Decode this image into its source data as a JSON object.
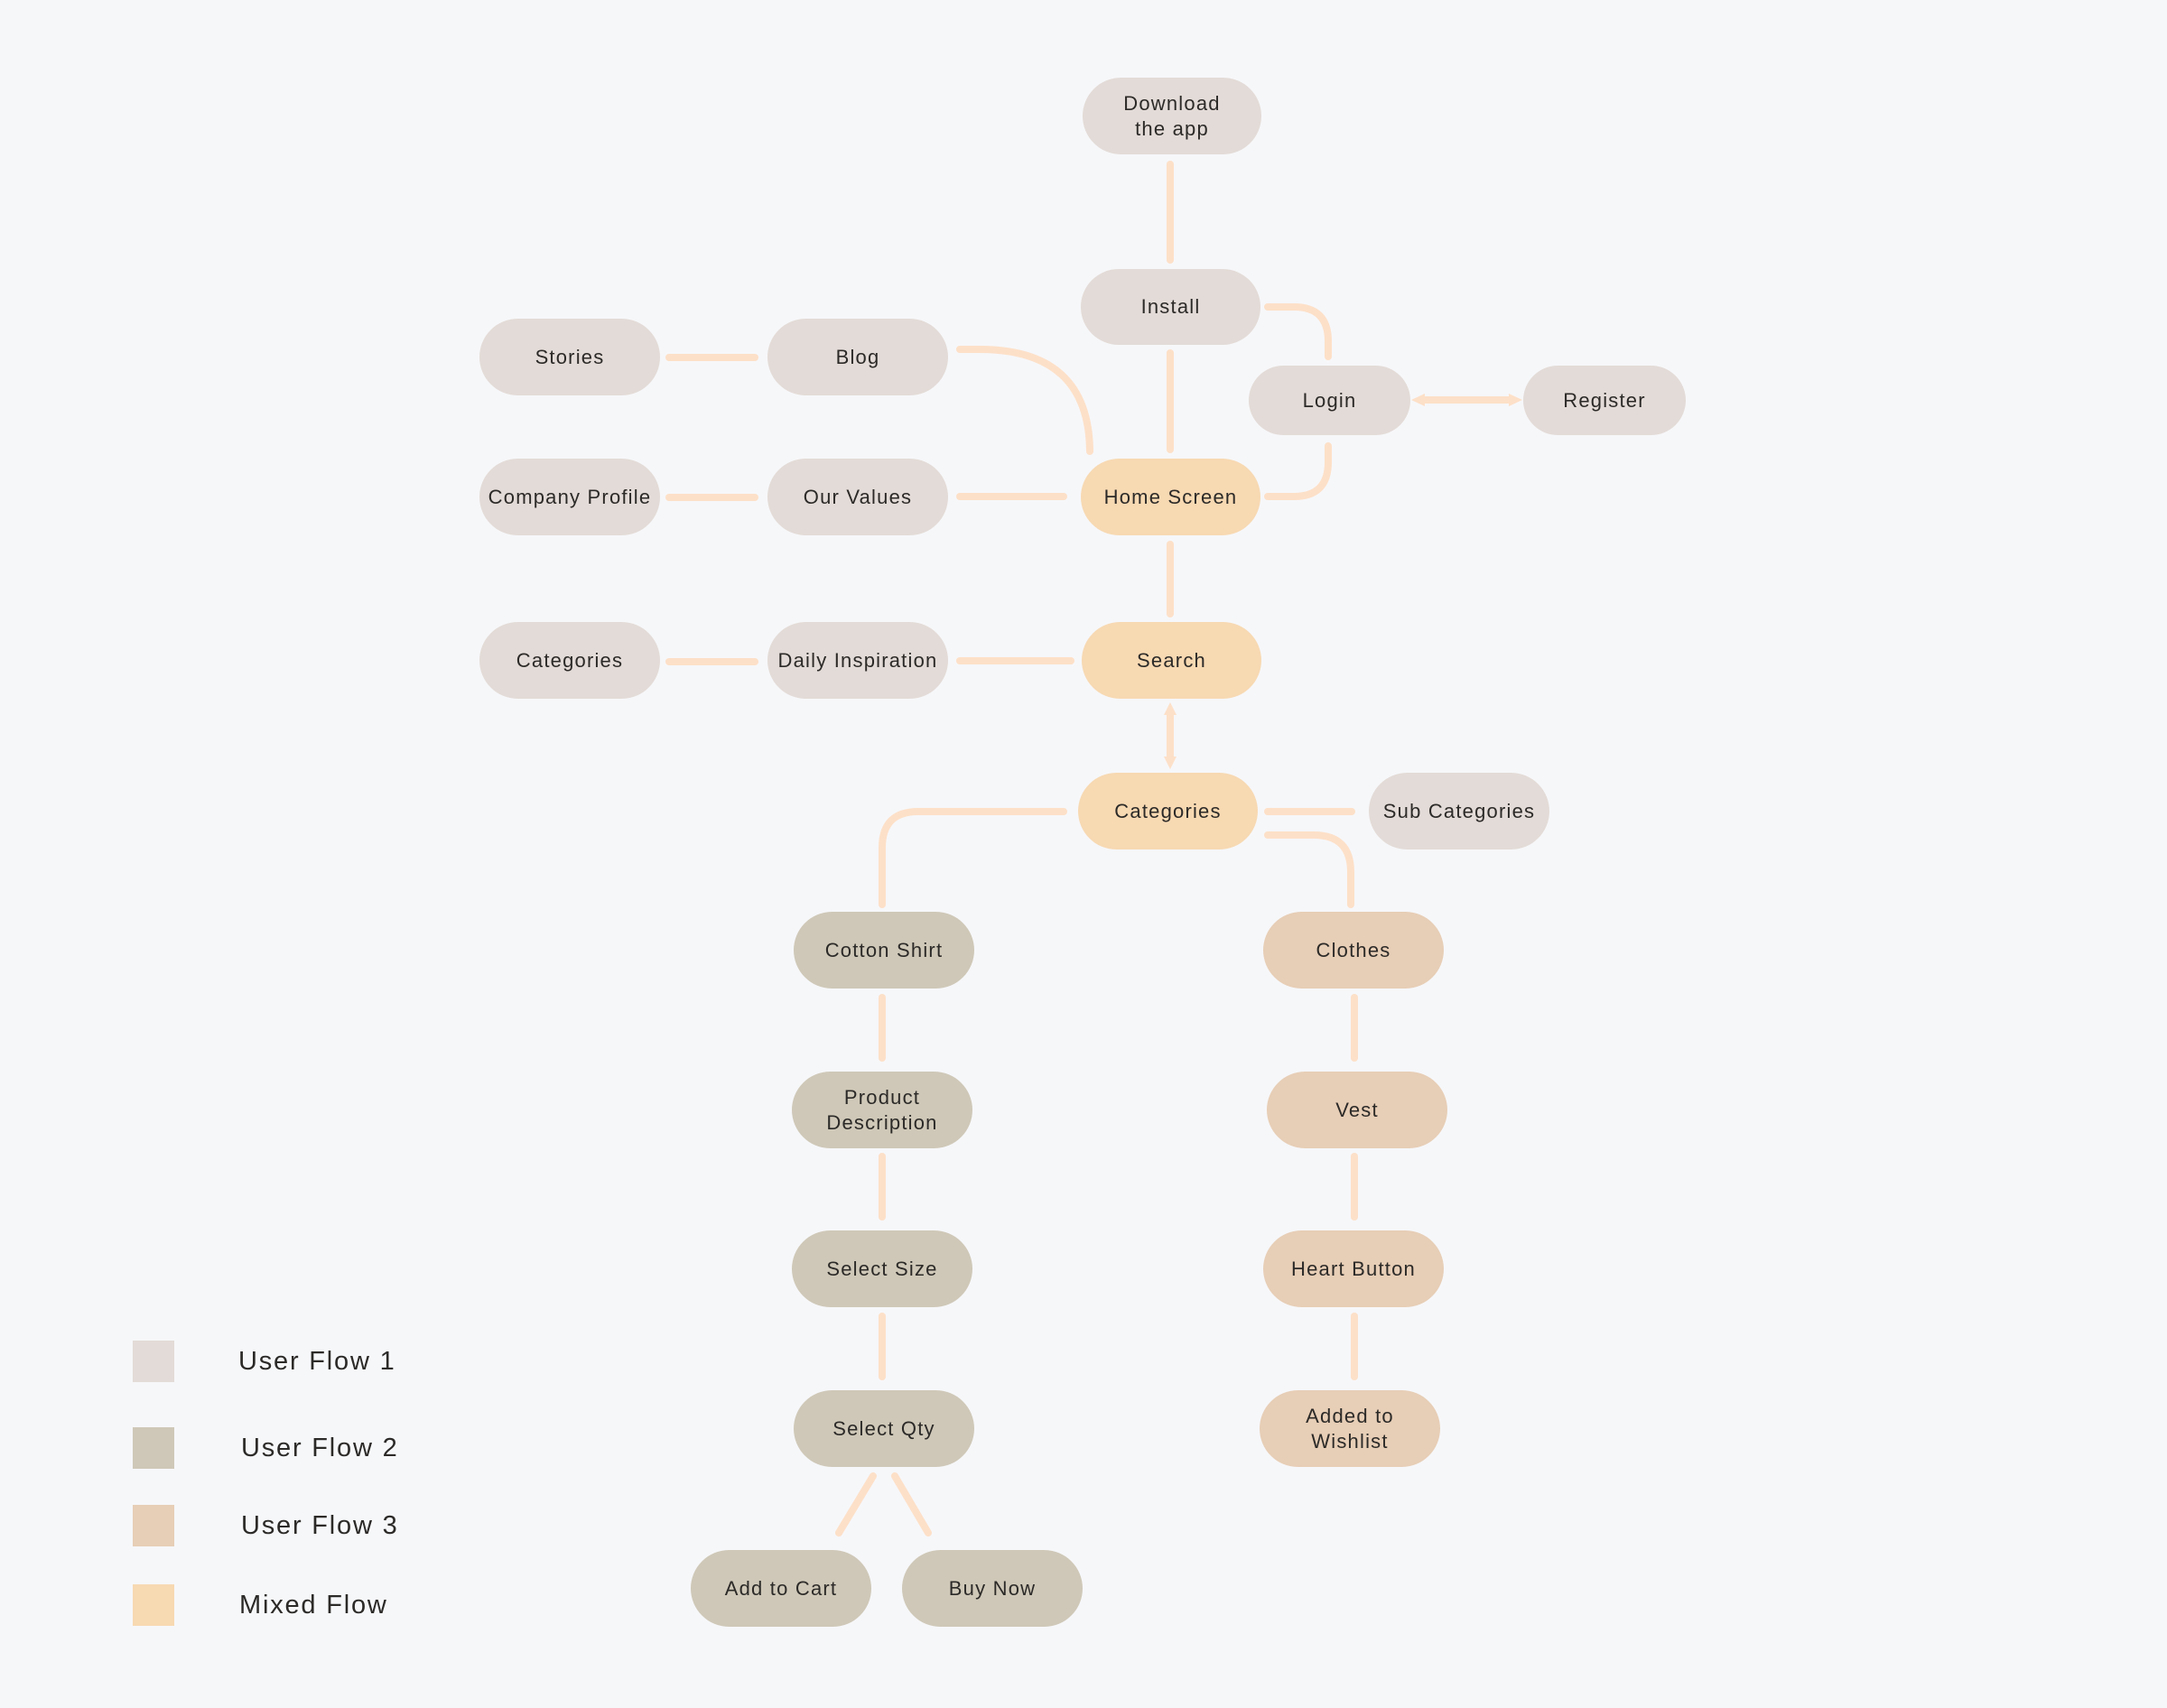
{
  "colors": {
    "background": "#f6f7f9",
    "connector": "#fde0c8",
    "flow1": "#e3dbd7",
    "flow2": "#cfc8b8",
    "flow3": "#e7ceb6",
    "mixed": "#f7d9b2"
  },
  "legend": [
    {
      "id": "flow1",
      "label": "User Flow 1"
    },
    {
      "id": "flow2",
      "label": "User Flow 2"
    },
    {
      "id": "flow3",
      "label": "User Flow 3"
    },
    {
      "id": "mixed",
      "label": "Mixed Flow"
    }
  ],
  "nodes": {
    "download": {
      "label": "Download\nthe app",
      "flow": "flow1"
    },
    "install": {
      "label": "Install",
      "flow": "flow1"
    },
    "login": {
      "label": "Login",
      "flow": "flow1"
    },
    "register": {
      "label": "Register",
      "flow": "flow1"
    },
    "stories": {
      "label": "Stories",
      "flow": "flow1"
    },
    "blog": {
      "label": "Blog",
      "flow": "flow1"
    },
    "company_profile": {
      "label": "Company Profile",
      "flow": "flow1"
    },
    "our_values": {
      "label": "Our Values",
      "flow": "flow1"
    },
    "home_screen": {
      "label": "Home Screen",
      "flow": "mixed"
    },
    "categories_left": {
      "label": "Categories",
      "flow": "flow1"
    },
    "daily_inspiration": {
      "label": "Daily Inspiration",
      "flow": "flow1"
    },
    "search": {
      "label": "Search",
      "flow": "mixed"
    },
    "categories_main": {
      "label": "Categories",
      "flow": "mixed"
    },
    "sub_categories": {
      "label": "Sub Categories",
      "flow": "flow1"
    },
    "cotton_shirt": {
      "label": "Cotton Shirt",
      "flow": "flow2"
    },
    "product_description": {
      "label": "Product\nDescription",
      "flow": "flow2"
    },
    "select_size": {
      "label": "Select Size",
      "flow": "flow2"
    },
    "select_qty": {
      "label": "Select Qty",
      "flow": "flow2"
    },
    "add_to_cart": {
      "label": "Add to Cart",
      "flow": "flow2"
    },
    "buy_now": {
      "label": "Buy Now",
      "flow": "flow2"
    },
    "clothes": {
      "label": "Clothes",
      "flow": "flow3"
    },
    "vest": {
      "label": "Vest",
      "flow": "flow3"
    },
    "heart_button": {
      "label": "Heart Button",
      "flow": "flow3"
    },
    "added_to_wishlist": {
      "label": "Added to\nWishlist",
      "flow": "flow3"
    }
  }
}
